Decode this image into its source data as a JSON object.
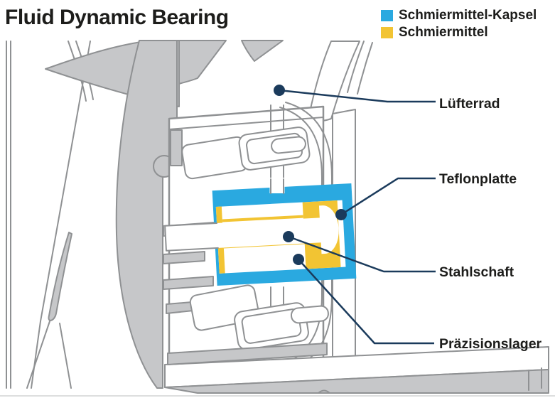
{
  "title": "Fluid Dynamic Bearing",
  "legend": {
    "items": [
      {
        "label": "Schmiermittel-Kapsel",
        "color": "#2AA9E0"
      },
      {
        "label": "Schmiermittel",
        "color": "#F2C433"
      }
    ]
  },
  "callouts": [
    {
      "id": "luefterrad",
      "label": "Lüfterrad"
    },
    {
      "id": "teflonplatte",
      "label": "Teflonplatte"
    },
    {
      "id": "stahlschaft",
      "label": "Stahlschaft"
    },
    {
      "id": "praezisionslager",
      "label": "Präzisionslager"
    }
  ],
  "colors": {
    "capsule_blue": "#2AA9E0",
    "lubricant_yellow": "#F2C433",
    "callout_navy": "#1B3B5C",
    "blade_gray": "#C6C7C9",
    "outline_gray": "#8F9193",
    "text": "#1D1D1B",
    "background": "#FFFFFF"
  }
}
